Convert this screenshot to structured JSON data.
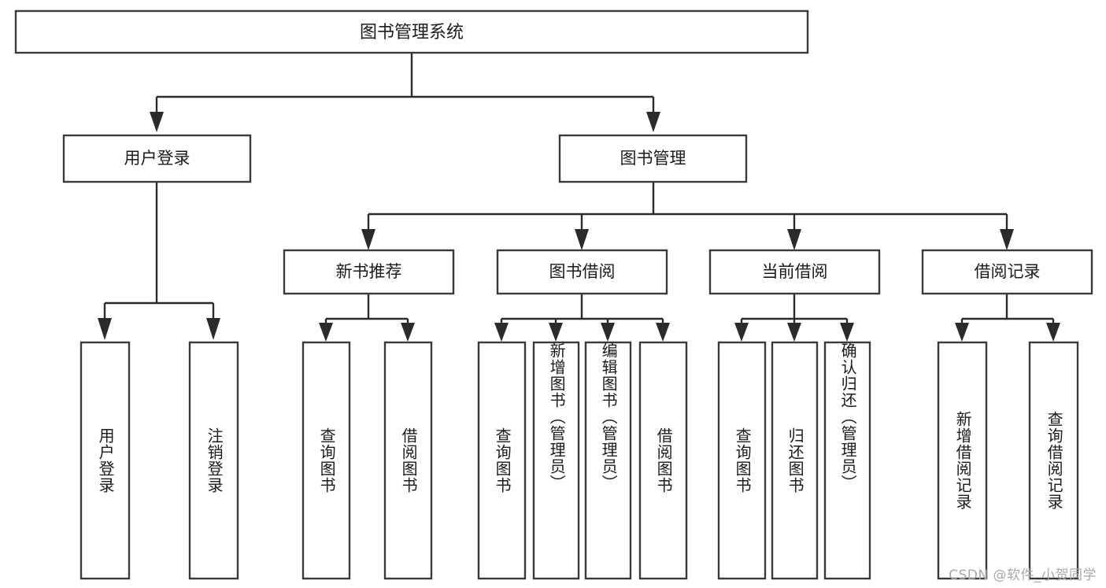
{
  "diagram": {
    "type": "tree-hierarchy",
    "title": "图书管理系统",
    "watermark": "CSDN @软件_小贺同学",
    "colors": {
      "box_stroke": "#3a3a3a",
      "connector": "#2b2b2b",
      "text": "#1b1b1b",
      "background": "#ffffff",
      "watermark": "#a9a9a9"
    },
    "levels": {
      "root": {
        "label": "图书管理系统"
      },
      "level2": [
        {
          "id": "user-login",
          "label": "用户登录"
        },
        {
          "id": "book-manage",
          "label": "图书管理"
        }
      ],
      "level3": [
        {
          "id": "new-book-recommend",
          "label": "新书推荐",
          "parent": "book-manage"
        },
        {
          "id": "book-borrow",
          "label": "图书借阅",
          "parent": "book-manage"
        },
        {
          "id": "current-borrow",
          "label": "当前借阅",
          "parent": "book-manage"
        },
        {
          "id": "borrow-record",
          "label": "借阅记录",
          "parent": "book-manage"
        }
      ],
      "leaves": [
        {
          "id": "leaf-user-login",
          "label": "用户登录",
          "parent": "user-login"
        },
        {
          "id": "leaf-user-logout",
          "label": "注销登录",
          "parent": "user-login"
        },
        {
          "id": "leaf-query-book-1",
          "label": "查询图书",
          "parent": "new-book-recommend"
        },
        {
          "id": "leaf-borrow-book-1",
          "label": "借阅图书",
          "parent": "new-book-recommend"
        },
        {
          "id": "leaf-query-book-2",
          "label": "查询图书",
          "parent": "book-borrow"
        },
        {
          "id": "leaf-add-book",
          "label": "新增图书（管理员）",
          "parent": "book-borrow"
        },
        {
          "id": "leaf-edit-book",
          "label": "编辑图书（管理员）",
          "parent": "book-borrow"
        },
        {
          "id": "leaf-borrow-book-2",
          "label": "借阅图书",
          "parent": "book-borrow"
        },
        {
          "id": "leaf-query-book-3",
          "label": "查询图书",
          "parent": "current-borrow"
        },
        {
          "id": "leaf-return-book",
          "label": "归还图书",
          "parent": "current-borrow"
        },
        {
          "id": "leaf-confirm-return",
          "label": "确认归还（管理员）",
          "parent": "current-borrow"
        },
        {
          "id": "leaf-add-record",
          "label": "新增借阅记录",
          "parent": "borrow-record"
        },
        {
          "id": "leaf-query-record",
          "label": "查询借阅记录",
          "parent": "borrow-record"
        }
      ]
    }
  }
}
